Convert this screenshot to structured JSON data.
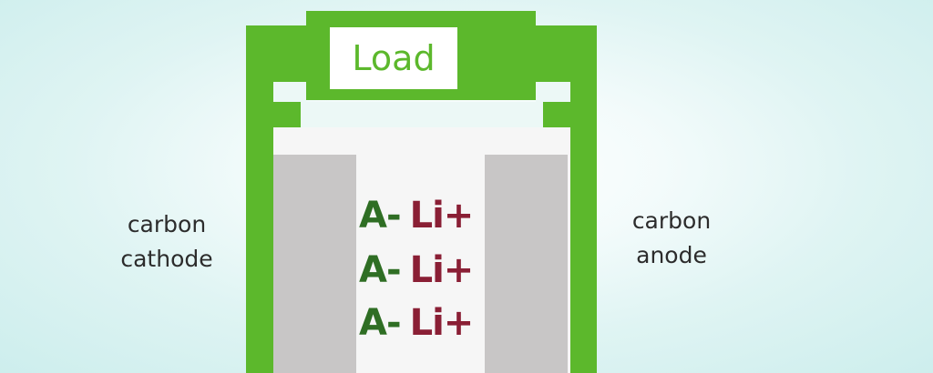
{
  "load": {
    "label": "Load"
  },
  "labels": {
    "left": {
      "line1": "carbon",
      "line2": "cathode"
    },
    "right": {
      "line1": "carbon",
      "line2": "anode"
    }
  },
  "ions": [
    {
      "anion": "A",
      "separator": "-",
      "cation": "Li+"
    },
    {
      "anion": "A",
      "separator": "-",
      "cation": "Li+"
    },
    {
      "anion": "A",
      "separator": "-",
      "cation": "Li+"
    }
  ],
  "colors": {
    "wire": "#5cb82c",
    "anion": "#2f6e24",
    "cation": "#8a1f35",
    "electrode": "#c8c6c6",
    "label_text": "#2c2c2c"
  }
}
